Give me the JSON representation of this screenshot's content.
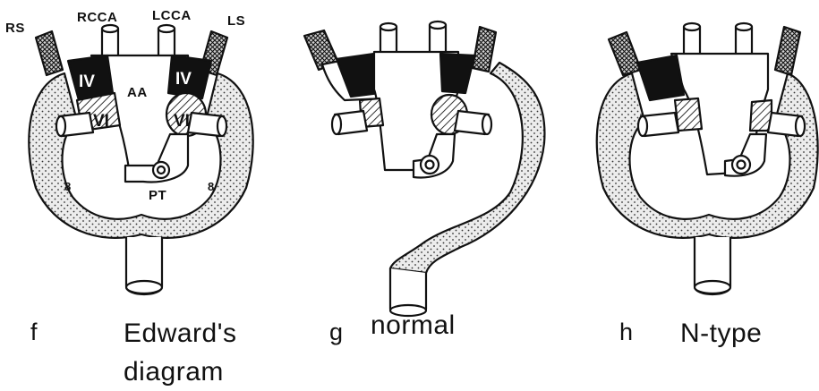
{
  "panels": [
    {
      "letter": "f",
      "caption_line1": "Edward's",
      "caption_line2": "diagram",
      "labels": {
        "rs": "RS",
        "rcca": "RCCA",
        "lcca": "LCCA",
        "ls": "LS",
        "aa": "AA",
        "pt": "PT",
        "arch_iv_left": "IV",
        "arch_iv_right": "IV",
        "arch_vi_left": "VI",
        "arch_vi_right": "VI",
        "segment_8_left": "8",
        "segment_8_right": "8"
      }
    },
    {
      "letter": "g",
      "caption_line1": "normal"
    },
    {
      "letter": "h",
      "caption_line1": "N-type"
    }
  ],
  "colors": {
    "ink": "#111111",
    "dot_fill": "#ececec",
    "arch_iv": "#111111",
    "hatch": "#555555"
  }
}
